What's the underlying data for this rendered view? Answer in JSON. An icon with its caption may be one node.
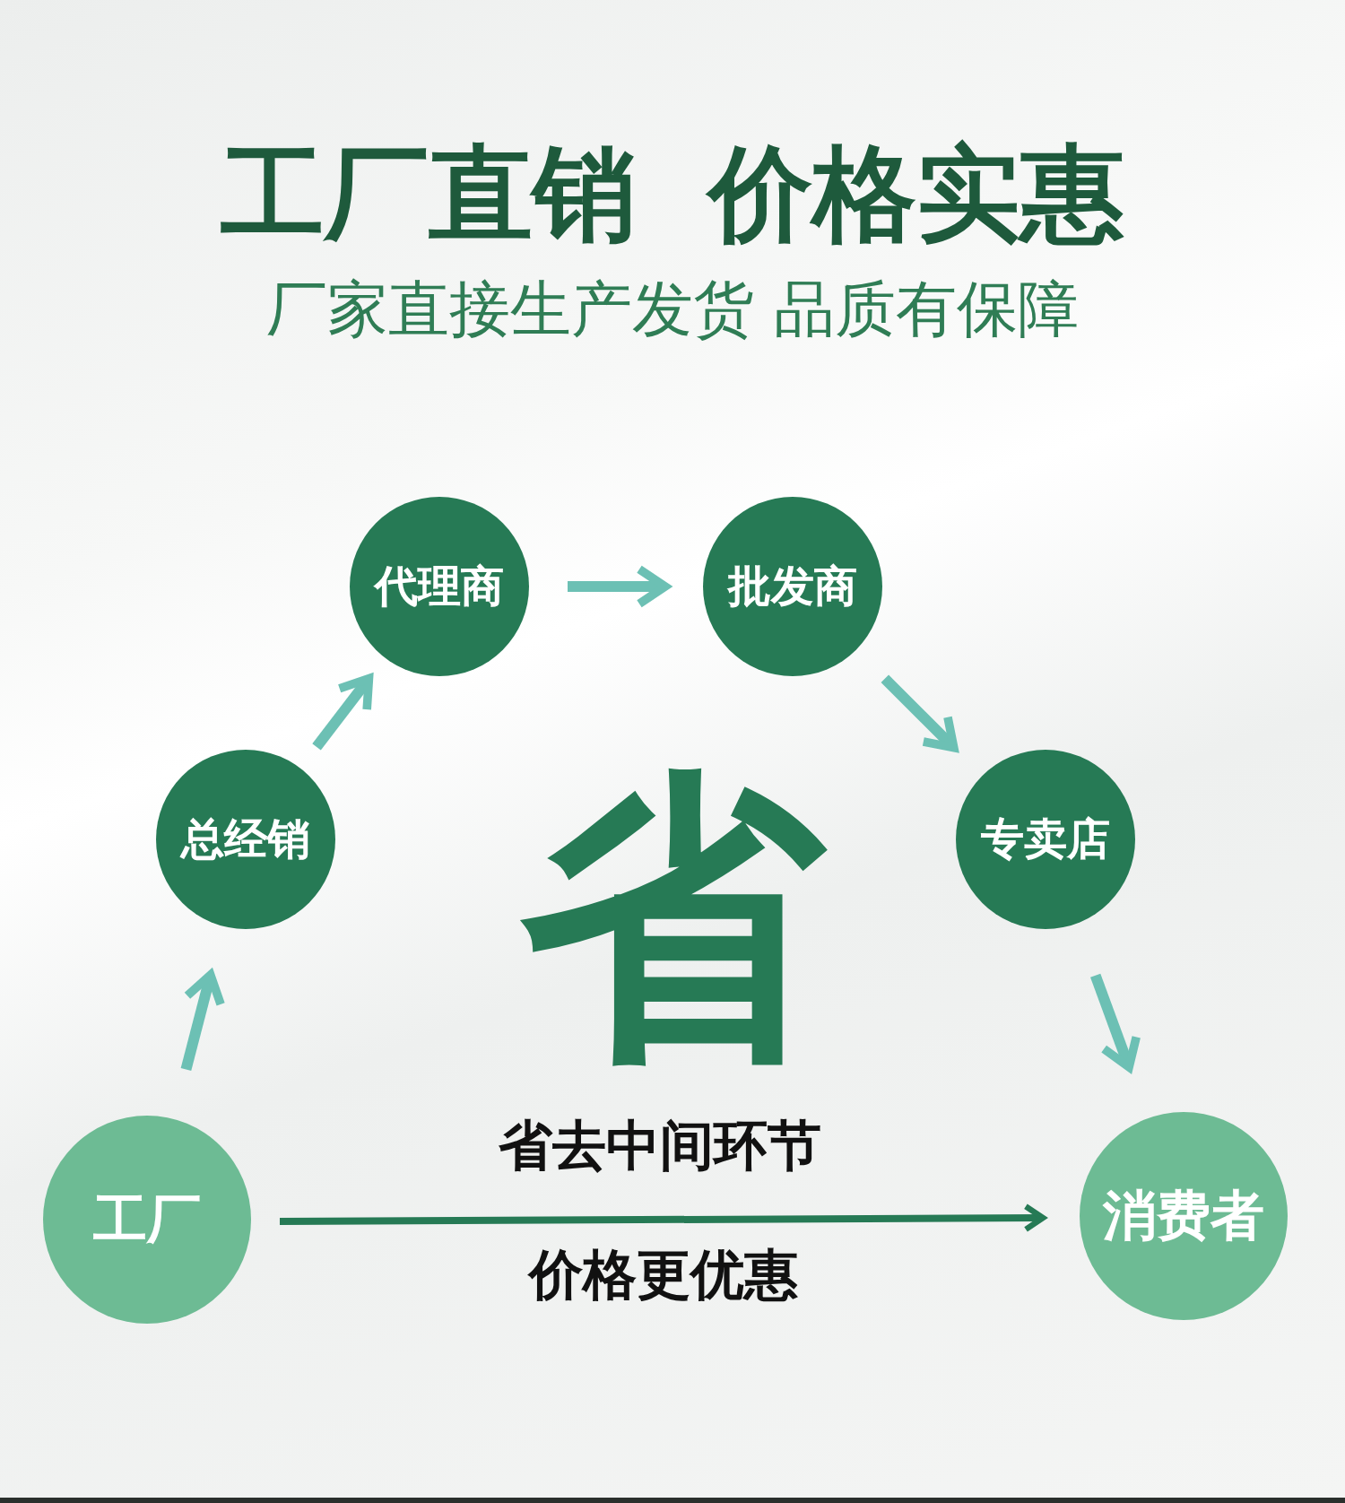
{
  "diagram": {
    "title": "工厂直销  价格实惠",
    "caption": "厂家直接生产发货 品质有保障",
    "nodes": [
      {
        "text": [
          "工厂"
        ]
      },
      {
        "text": [
          "总经销"
        ]
      },
      {
        "text": [
          "代理商"
        ]
      },
      {
        "text": [
          "批发商"
        ]
      },
      {
        "text": [
          "专卖店"
        ]
      },
      {
        "text": [
          "消费者"
        ]
      }
    ],
    "edges": [
      {
        "from": 0,
        "to": 1,
        "arrow": "to"
      },
      {
        "from": 1,
        "to": 2,
        "arrow": "to"
      },
      {
        "from": 2,
        "to": 3,
        "arrow": "to"
      },
      {
        "from": 3,
        "to": 4,
        "arrow": "to"
      },
      {
        "from": 4,
        "to": 5,
        "arrow": "to"
      },
      {
        "from": 0,
        "to": 5,
        "arrow": "to",
        "label": "省去中间环节",
        "color": "#267a55"
      }
    ],
    "labels": [
      "省",
      "价格更优惠"
    ]
  }
}
